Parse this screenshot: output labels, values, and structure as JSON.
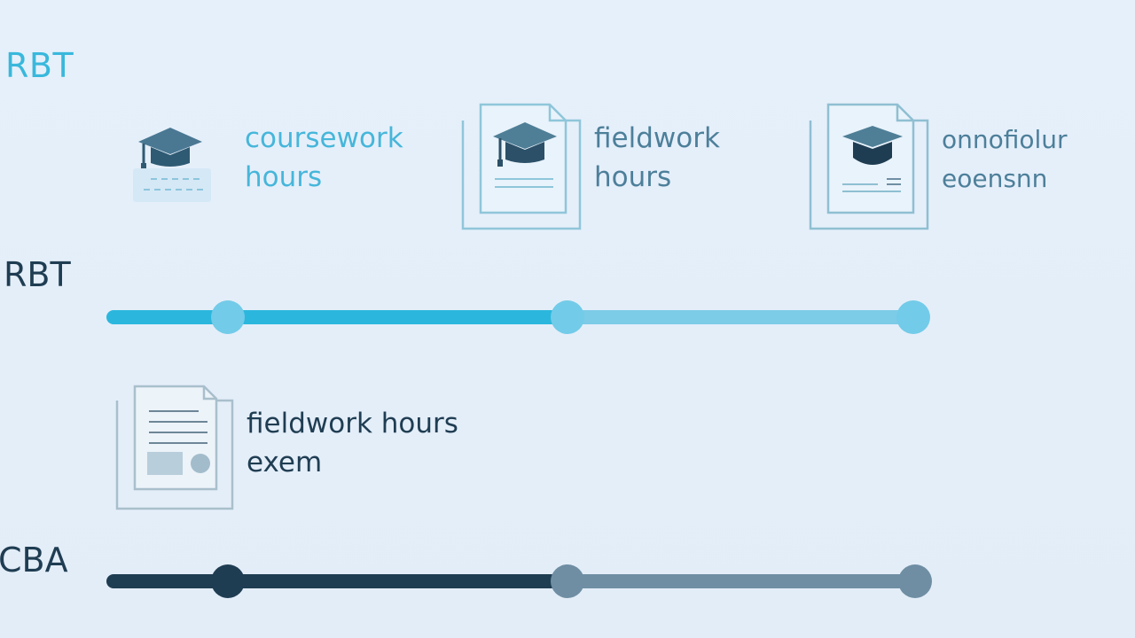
{
  "colors": {
    "background": "#e5eff9",
    "accent_cyan": "#2bb7dd",
    "accent_cyan_light": "#7ccbe7",
    "navy": "#1f3d52",
    "slate": "#6f8ea3",
    "pale": "#c2d6e2",
    "icon_outline": "#8fc1d6",
    "icon_fill": "#4a7893"
  },
  "labels": {
    "top": "RBT",
    "middle": "RBT",
    "bottom": "CBA"
  },
  "rbt_steps": [
    {
      "line1": "coursework",
      "line2": "hours",
      "icon": "graduation-cap-icon"
    },
    {
      "line1": "fieldwork",
      "line2": "hours",
      "icon": "document-graduation-cap-icon"
    },
    {
      "line1": "onnofiolur",
      "line2": "eoensnn",
      "icon": "document-graduation-cap-icon"
    }
  ],
  "cba_step": {
    "line1": "fieldwork hours",
    "line2": "exem",
    "icon": "document-icon"
  },
  "timelines": [
    {
      "name": "RBT",
      "milestones": 3
    },
    {
      "name": "CBA",
      "milestones": 3
    }
  ]
}
